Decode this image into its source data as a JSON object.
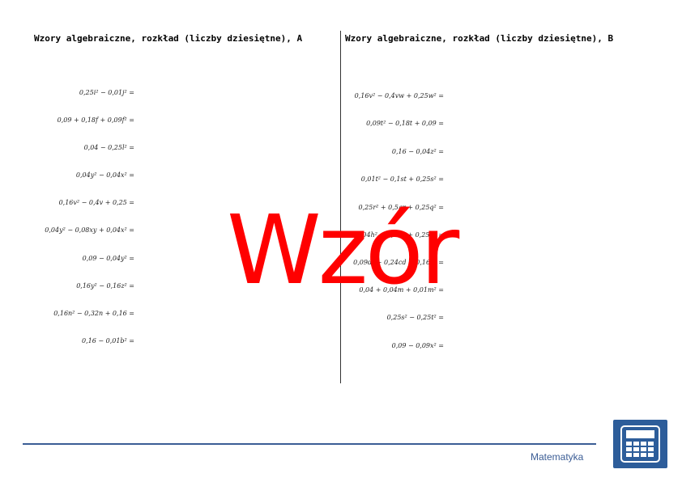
{
  "worksheet": {
    "title_a": "Wzory algebraiczne, rozkład (liczby dziesiętne), A",
    "title_b": "Wzory algebraiczne, rozkład (liczby dziesiętne), B",
    "watermark": "Wzór",
    "brand": "Matematyka",
    "logo_icon": "calculator-icon",
    "accent_color": "#3b5d95",
    "watermark_color": "#ff0000"
  },
  "exercises_a": [
    "0,25i² − 0,01j² =",
    "0,09 + 0,18f + 0,09f² =",
    "0,04 − 0,25l² =",
    "0,04y² − 0,04x² =",
    "0,16v² − 0,4v + 0,25 =",
    "0,04y² − 0,08xy + 0,04x² =",
    "0,09 − 0,04y² =",
    "0,16y² − 0,16z² =",
    "0,16n² − 0,32n + 0,16 =",
    "0,16 − 0,01b² ="
  ],
  "exercises_b": [
    "0,16v² − 0,4vw + 0,25w² =",
    "0,09t² − 0,18t + 0,09 =",
    "0,16 − 0,04z² =",
    "0,01t² − 0,1st + 0,25s² =",
    "0,25r² + 0,5qr + 0,25q² =",
    "0,04h² + 0,2hn + 0,25n² =",
    "0,09d² + 0,24cd + 0,16c² =",
    "0,04 + 0,04m + 0,01m² =",
    "0,25s² − 0,25t² =",
    "0,09 − 0,09x² ="
  ]
}
